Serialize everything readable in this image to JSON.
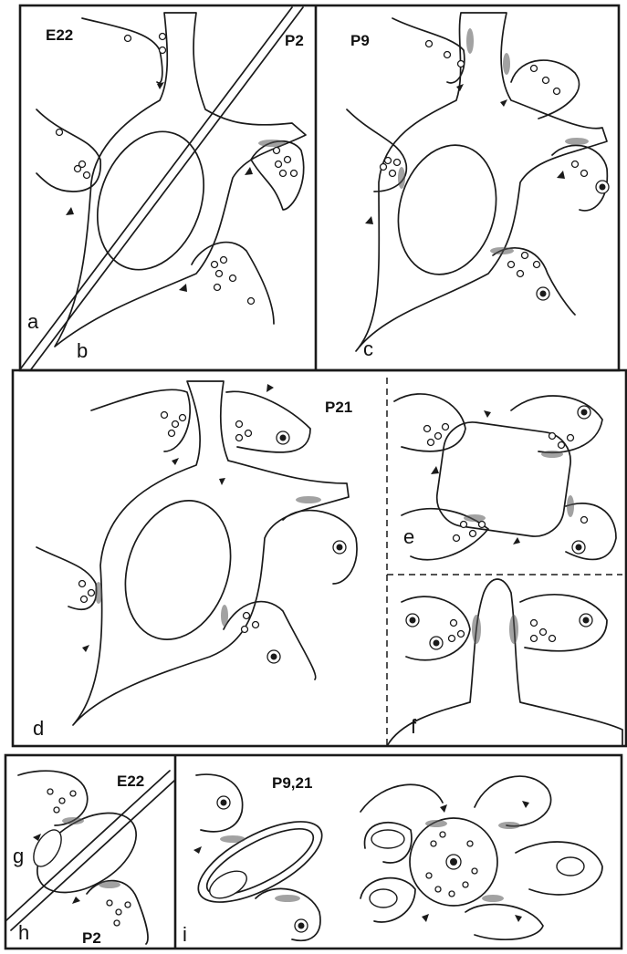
{
  "figure": {
    "panels": {
      "a": "a",
      "b": "b",
      "c": "c",
      "d": "d",
      "e": "e",
      "f": "f",
      "g": "g",
      "h": "h",
      "i": "i"
    },
    "stages": {
      "top_left_e22": "E22",
      "top_left_p2": "P2",
      "top_right": "P9",
      "middle": "P21",
      "bottom_left_e22": "E22",
      "bottom_left_p2": "P2",
      "bottom_right": "P9,21"
    }
  }
}
